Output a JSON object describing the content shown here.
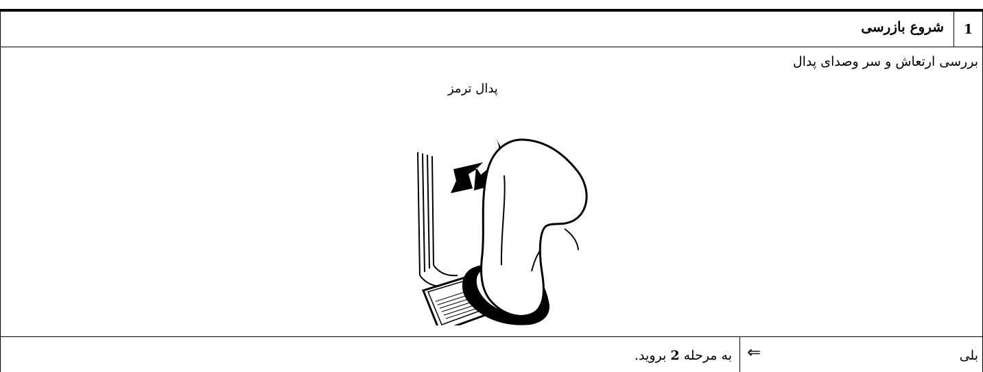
{
  "header": {
    "step_number": "1",
    "step_title": "شروع بازرسی"
  },
  "content": {
    "description": "بررسی ارتعاش و سر وصدای پدال",
    "figure_label": "پدال ترمز",
    "figure_icon": "foot-pressing-brake-pedal-illustration"
  },
  "footer": {
    "answer": "بلی",
    "arrow": "⇐",
    "action_prefix": "به مرحله",
    "action_step": "2",
    "action_suffix": "بروید."
  }
}
